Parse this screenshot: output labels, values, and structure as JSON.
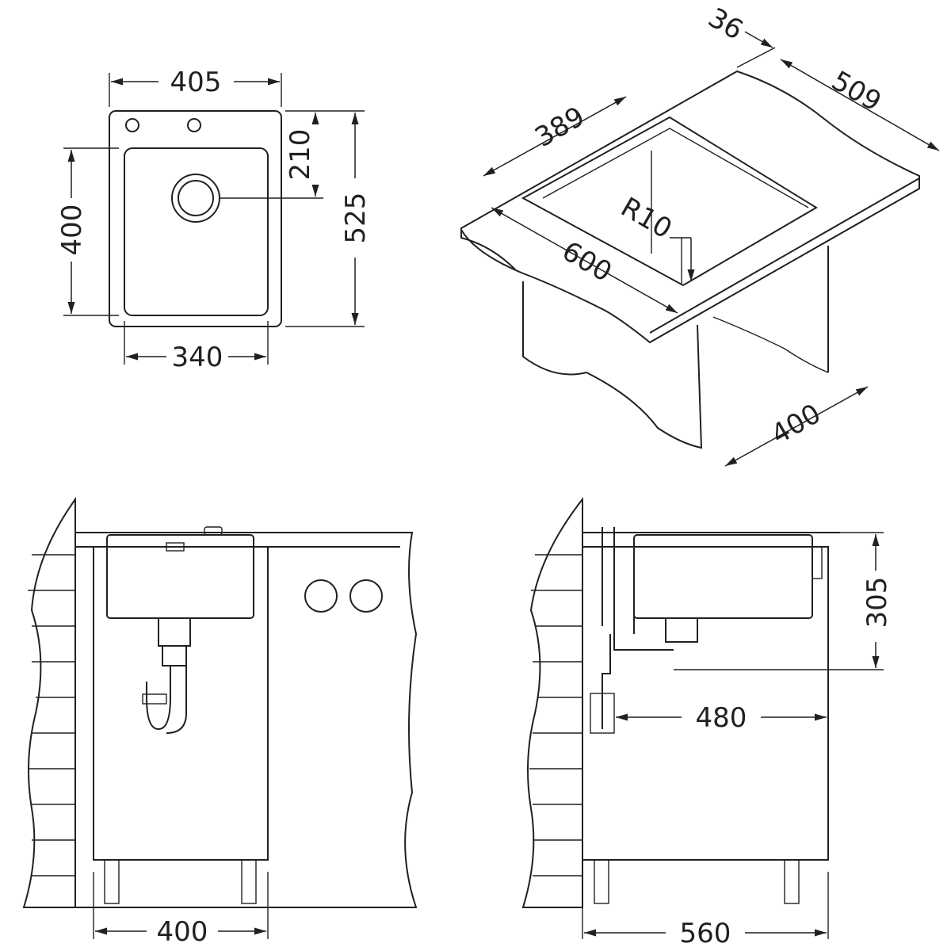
{
  "title": "Undermount sink dimension drawing",
  "plan_view": {
    "overall_width": "405",
    "bowl_depth": "400",
    "drain_offset": "210",
    "overall_depth": "525",
    "bowl_width": "340"
  },
  "iso_view": {
    "countertop_thickness_offset": "36",
    "depth": "509",
    "bowl_width": "389",
    "corner_radius": "R10",
    "cabinet_width": "600",
    "cabinet_depth": "400"
  },
  "front_view": {
    "cabinet_width": "400"
  },
  "side_view": {
    "cabinet_depth": "560",
    "bowl_height": "305",
    "drain_distance": "480"
  },
  "colors": {
    "line": "#231f20",
    "background": "#ffffff"
  }
}
